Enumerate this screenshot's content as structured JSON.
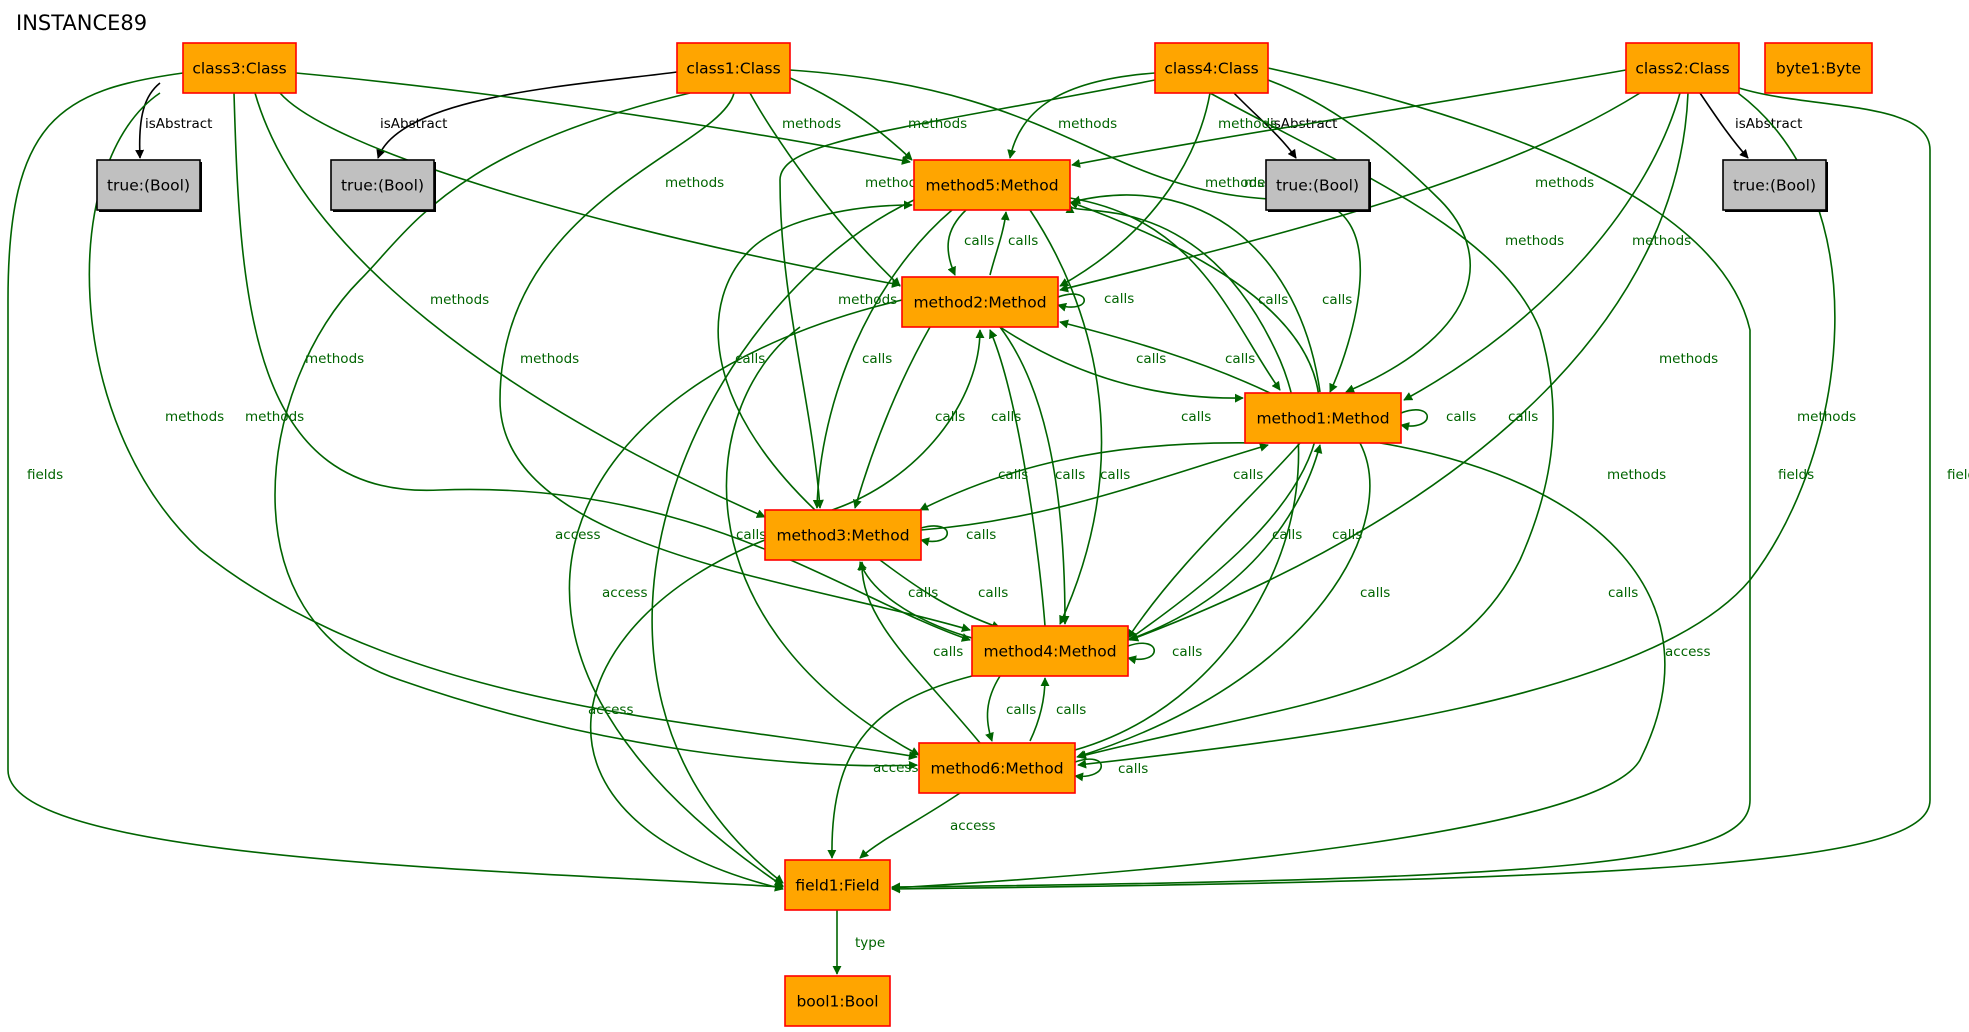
{
  "title": "INSTANCE89",
  "colors": {
    "node_fill": "#ffa500",
    "node_stroke": "#ff0000",
    "value_fill": "#c0c0c0",
    "value_stroke": "#000000",
    "edge_green": "#006400",
    "edge_black": "#000000"
  },
  "nodes": [
    {
      "id": "class3",
      "label": "class3:Class",
      "kind": "object"
    },
    {
      "id": "class1",
      "label": "class1:Class",
      "kind": "object"
    },
    {
      "id": "class4",
      "label": "class4:Class",
      "kind": "object"
    },
    {
      "id": "class2",
      "label": "class2:Class",
      "kind": "object"
    },
    {
      "id": "byte1",
      "label": "byte1:Byte",
      "kind": "object"
    },
    {
      "id": "true3",
      "label": "true:(Bool)",
      "kind": "value"
    },
    {
      "id": "true1",
      "label": "true:(Bool)",
      "kind": "value"
    },
    {
      "id": "true4",
      "label": "true:(Bool)",
      "kind": "value"
    },
    {
      "id": "true2",
      "label": "true:(Bool)",
      "kind": "value"
    },
    {
      "id": "method5",
      "label": "method5:Method",
      "kind": "object"
    },
    {
      "id": "method2",
      "label": "method2:Method",
      "kind": "object"
    },
    {
      "id": "method1",
      "label": "method1:Method",
      "kind": "object"
    },
    {
      "id": "method3",
      "label": "method3:Method",
      "kind": "object"
    },
    {
      "id": "method4",
      "label": "method4:Method",
      "kind": "object"
    },
    {
      "id": "method6",
      "label": "method6:Method",
      "kind": "object"
    },
    {
      "id": "field1",
      "label": "field1:Field",
      "kind": "object"
    },
    {
      "id": "bool1",
      "label": "bool1:Bool",
      "kind": "object"
    }
  ],
  "edges": [
    {
      "from": "class3",
      "to": "true3",
      "label": "isAbstract"
    },
    {
      "from": "class1",
      "to": "true1",
      "label": "isAbstract"
    },
    {
      "from": "class4",
      "to": "true4",
      "label": "isAbstract"
    },
    {
      "from": "class2",
      "to": "true2",
      "label": "isAbstract"
    },
    {
      "from": "class3",
      "to": "method5",
      "label": "methods"
    },
    {
      "from": "class3",
      "to": "method2",
      "label": "methods"
    },
    {
      "from": "class3",
      "to": "method3",
      "label": "methods"
    },
    {
      "from": "class3",
      "to": "method4",
      "label": "methods"
    },
    {
      "from": "class3",
      "to": "method6",
      "label": "methods"
    },
    {
      "from": "class3",
      "to": "field1",
      "label": "fields"
    },
    {
      "from": "class1",
      "to": "method5",
      "label": "methods"
    },
    {
      "from": "class1",
      "to": "method2",
      "label": "methods"
    },
    {
      "from": "class1",
      "to": "method1",
      "label": "methods"
    },
    {
      "from": "class1",
      "to": "method4",
      "label": "methods"
    },
    {
      "from": "class1",
      "to": "method6",
      "label": "methods"
    },
    {
      "from": "class4",
      "to": "method5",
      "label": "methods"
    },
    {
      "from": "class4",
      "to": "method2",
      "label": "methods"
    },
    {
      "from": "class4",
      "to": "method3",
      "label": "methods"
    },
    {
      "from": "class4",
      "to": "method1",
      "label": "methods"
    },
    {
      "from": "class4",
      "to": "method6",
      "label": "methods"
    },
    {
      "from": "class4",
      "to": "field1",
      "label": "fields"
    },
    {
      "from": "class2",
      "to": "method5",
      "label": "methods"
    },
    {
      "from": "class2",
      "to": "method2",
      "label": "methods"
    },
    {
      "from": "class2",
      "to": "method1",
      "label": "methods"
    },
    {
      "from": "class2",
      "to": "method4",
      "label": "methods"
    },
    {
      "from": "class2",
      "to": "method6",
      "label": "methods"
    },
    {
      "from": "class2",
      "to": "field1",
      "label": "fields"
    },
    {
      "from": "method5",
      "to": "method2",
      "label": "calls"
    },
    {
      "from": "method2",
      "to": "method5",
      "label": "calls"
    },
    {
      "from": "method2",
      "to": "method2",
      "label": "calls"
    },
    {
      "from": "method5",
      "to": "method1",
      "label": "calls"
    },
    {
      "from": "method1",
      "to": "method5",
      "label": "calls"
    },
    {
      "from": "method2",
      "to": "method1",
      "label": "calls"
    },
    {
      "from": "method1",
      "to": "method2",
      "label": "calls"
    },
    {
      "from": "method1",
      "to": "method1",
      "label": "calls"
    },
    {
      "from": "method3",
      "to": "method5",
      "label": "calls"
    },
    {
      "from": "method5",
      "to": "method3",
      "label": "calls"
    },
    {
      "from": "method2",
      "to": "method3",
      "label": "calls"
    },
    {
      "from": "method3",
      "to": "method2",
      "label": "calls"
    },
    {
      "from": "method1",
      "to": "method3",
      "label": "calls"
    },
    {
      "from": "method3",
      "to": "method1",
      "label": "calls"
    },
    {
      "from": "method3",
      "to": "method3",
      "label": "calls"
    },
    {
      "from": "method2",
      "to": "method4",
      "label": "calls"
    },
    {
      "from": "method4",
      "to": "method2",
      "label": "calls"
    },
    {
      "from": "method5",
      "to": "method4",
      "label": "calls"
    },
    {
      "from": "method1",
      "to": "method4",
      "label": "calls"
    },
    {
      "from": "method4",
      "to": "method1",
      "label": "calls"
    },
    {
      "from": "method3",
      "to": "method4",
      "label": "calls"
    },
    {
      "from": "method4",
      "to": "method3",
      "label": "calls"
    },
    {
      "from": "method4",
      "to": "method4",
      "label": "calls"
    },
    {
      "from": "method4",
      "to": "method5",
      "label": "calls"
    },
    {
      "from": "method2",
      "to": "method6",
      "label": "calls"
    },
    {
      "from": "method4",
      "to": "method6",
      "label": "calls"
    },
    {
      "from": "method6",
      "to": "method4",
      "label": "calls"
    },
    {
      "from": "method1",
      "to": "method6",
      "label": "calls"
    },
    {
      "from": "method6",
      "to": "method3",
      "label": "calls"
    },
    {
      "from": "method6",
      "to": "method6",
      "label": "calls"
    },
    {
      "from": "method6",
      "to": "method5",
      "label": "calls"
    },
    {
      "from": "method5",
      "to": "field1",
      "label": "access"
    },
    {
      "from": "method2",
      "to": "field1",
      "label": "access"
    },
    {
      "from": "method3",
      "to": "field1",
      "label": "access"
    },
    {
      "from": "method4",
      "to": "field1",
      "label": "access"
    },
    {
      "from": "method6",
      "to": "field1",
      "label": "access"
    },
    {
      "from": "method1",
      "to": "field1",
      "label": "access"
    },
    {
      "from": "field1",
      "to": "bool1",
      "label": "type"
    }
  ]
}
